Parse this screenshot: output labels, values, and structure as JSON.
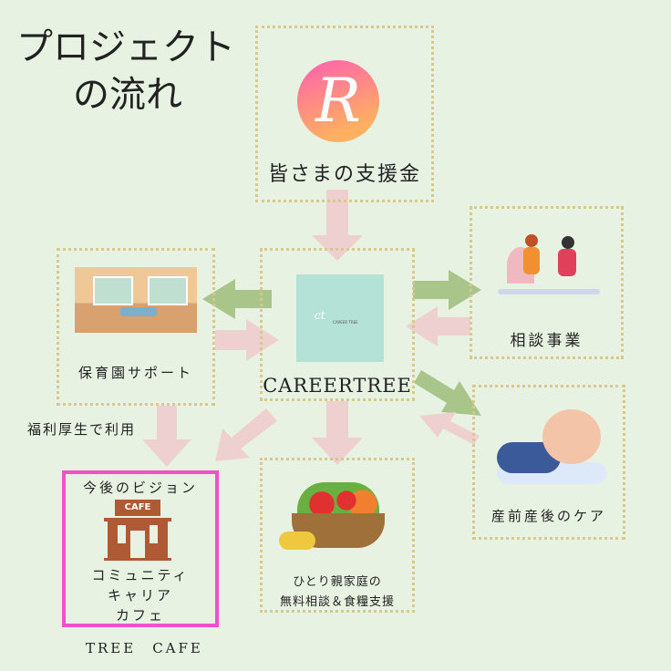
{
  "title": {
    "line1": "プロジェクト",
    "line2": "の流れ"
  },
  "nodes": {
    "funding": {
      "label": "皆さまの支援金",
      "logo_letter": "R"
    },
    "center": {
      "label": "CAREERTREE",
      "logo_mark": "ct",
      "logo_text": "CAREER TREE"
    },
    "nursery": {
      "label": "保育園サポート"
    },
    "consult": {
      "label": "相談事業"
    },
    "maternity": {
      "label": "産前産後のケア"
    },
    "food": {
      "line1": "ひとり親家庭の",
      "line2": "無料相談＆食糧支援"
    },
    "cafe": {
      "heading": "今後のビジョン",
      "sign": "CAFE",
      "line1": "コミュニティ",
      "line2": "キャリア",
      "line3": "カフェ",
      "caption": "TREE　CAFE"
    }
  },
  "side_note": "福利厚生で利用",
  "colors": {
    "background": "#e8f2e3",
    "pink_arrow": "#efd0d0",
    "green_arrow": "#a9c58a",
    "cafe_border": "#f050c8",
    "cafe_brown": "#b05a35",
    "teal": "#b5e2d6"
  }
}
